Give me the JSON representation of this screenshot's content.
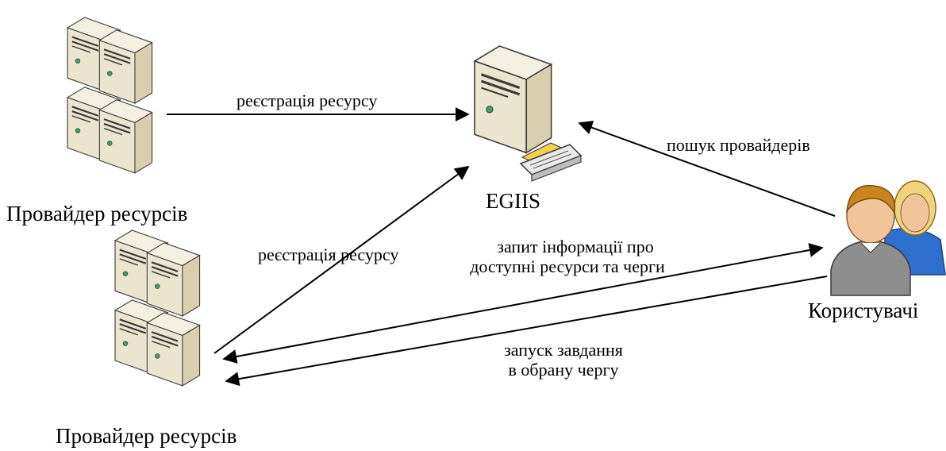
{
  "nodes": {
    "provider_top": {
      "label": "Провайдер ресурсів"
    },
    "provider_bottom": {
      "label": "Провайдер ресурсів"
    },
    "egiis": {
      "label": "EGIIS"
    },
    "users": {
      "label": "Користувачі"
    }
  },
  "edges": {
    "reg_top": {
      "label": "реєстрація ресурсу"
    },
    "reg_bottom": {
      "label": "реєстрація ресурсу"
    },
    "search": {
      "label": "пошук провайдерів"
    },
    "query": {
      "line1": "запит інформації про",
      "line2": "доступні ресурси та черги"
    },
    "submit": {
      "line1": "запуск завдання",
      "line2": "в обрану чергу"
    }
  },
  "colors": {
    "server_front": "#ebe5cf",
    "server_side": "#d9cfae",
    "server_top": "#f4f0e1",
    "server_stroke": "#3a3a3a",
    "led": "#4c9a6a",
    "user_skin": "#f2c49a",
    "user_hair_front": "#c8841f",
    "user_hair_back": "#f0d47a",
    "user_shirt_front": "#8e8e8e",
    "user_shirt_back": "#2f6fd0",
    "arrow": "#000000"
  }
}
